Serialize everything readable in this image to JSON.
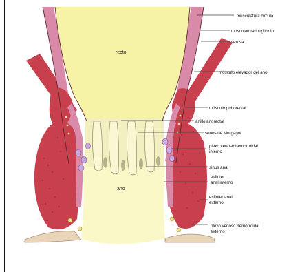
{
  "diagram": {
    "region_labels": {
      "recto": "recto",
      "ano": "ano"
    },
    "callouts": [
      {
        "id": "musculatura-circular",
        "lines": [
          "musculatura circula"
        ]
      },
      {
        "id": "musculatura-longitudinal",
        "lines": [
          "musculatura longitudin"
        ]
      },
      {
        "id": "serosa",
        "lines": [
          "serosa"
        ]
      },
      {
        "id": "musculo-elevador-del-ano",
        "lines": [
          "músculo elevador del ano"
        ]
      },
      {
        "id": "musculo-puborectal",
        "lines": [
          "músculo puborectal"
        ]
      },
      {
        "id": "anillo-anorectal",
        "lines": [
          "anillo anorectal"
        ]
      },
      {
        "id": "senos-de-morgagni",
        "lines": [
          "senos de Morgagni"
        ]
      },
      {
        "id": "plexo-venoso-hemorroidal-interno",
        "lines": [
          "plexo venoso hemorroidal",
          "interno"
        ]
      },
      {
        "id": "sinus-anal",
        "lines": [
          "sinus anal"
        ]
      },
      {
        "id": "esfinter-anal-interno",
        "lines": [
          "esfinter",
          "anal interno"
        ]
      },
      {
        "id": "esfinter-anal-externo",
        "lines": [
          "esfinter anal",
          "externo"
        ]
      },
      {
        "id": "plexo-venoso-hemorroidal-externo",
        "lines": [
          "plexo venoso hemorroidal",
          "externo"
        ]
      }
    ],
    "colors": {
      "lumen": "#f7f3a6",
      "lumen_light": "#fbf8c8",
      "muscle": "#c8404e",
      "muscle_dark": "#9c2a38",
      "mucosa": "#d98aa8",
      "vein": "#c9a8e0",
      "fat": "#e9d6b8",
      "sinus_shadow": "#8a8a6a"
    }
  }
}
